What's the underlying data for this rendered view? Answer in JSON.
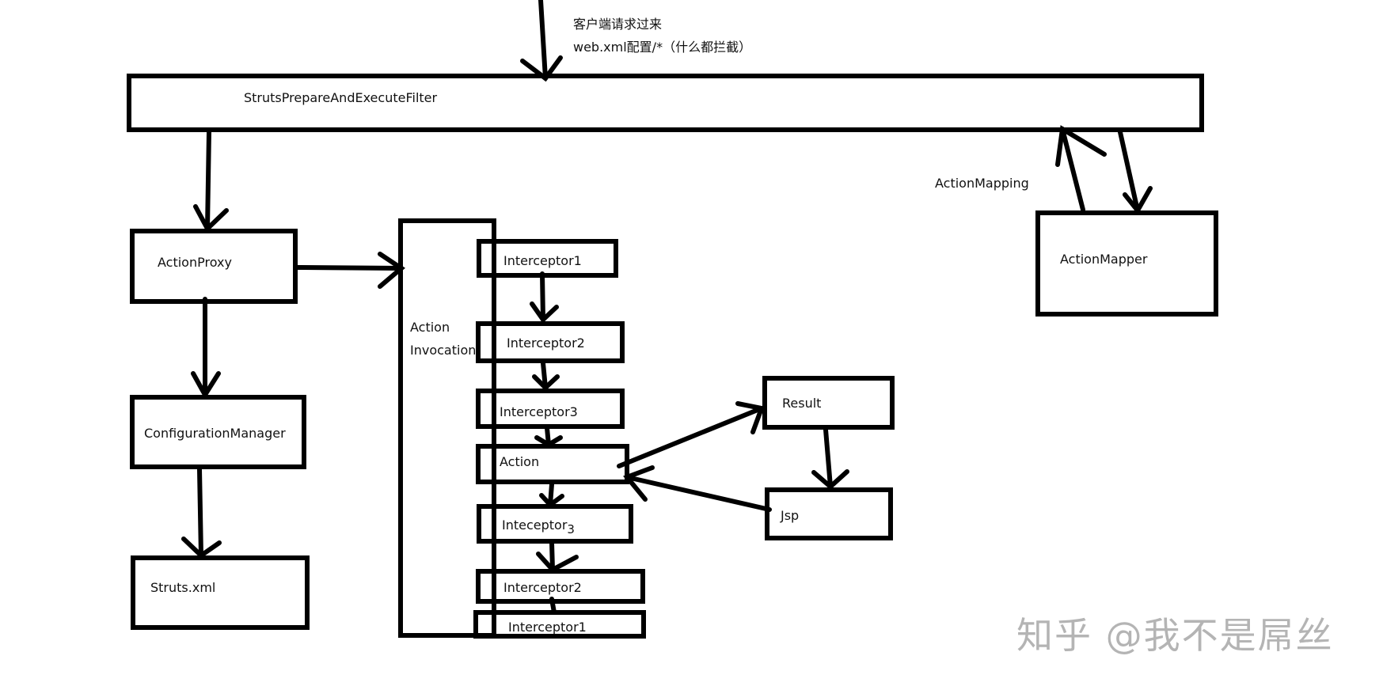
{
  "annotations": {
    "client_request": "客户端请求过来",
    "web_xml_config": "web.xml配置/*（什么都拦截）",
    "action_mapping": "ActionMapping"
  },
  "nodes": {
    "filter": "StrutsPrepareAndExecuteFilter",
    "action_proxy": "ActionProxy",
    "configuration_manager": "ConfigurationManager",
    "struts_xml": "Struts.xml",
    "action_invocation_line1": "Action",
    "action_invocation_line2": "Invocation",
    "interceptor1_top": "Interceptor1",
    "interceptor2_top": "Interceptor2",
    "interceptor3_top": "Interceptor3",
    "action": "Action",
    "inteceptor3_bottom_base": "Inteceptor",
    "inteceptor3_bottom_sub": "3",
    "interceptor2_bottom": "Interceptor2",
    "interceptor1_bottom": "Interceptor1",
    "result": "Result",
    "jsp": "Jsp",
    "action_mapper": "ActionMapper"
  },
  "edges": [
    {
      "from": "client",
      "to": "filter"
    },
    {
      "from": "filter",
      "to": "action_proxy"
    },
    {
      "from": "action_proxy",
      "to": "action_invocation"
    },
    {
      "from": "action_proxy",
      "to": "configuration_manager"
    },
    {
      "from": "configuration_manager",
      "to": "struts_xml"
    },
    {
      "from": "interceptor1_top",
      "to": "interceptor2_top"
    },
    {
      "from": "interceptor2_top",
      "to": "interceptor3_top"
    },
    {
      "from": "interceptor3_top",
      "to": "action"
    },
    {
      "from": "action",
      "to": "inteceptor3_bottom"
    },
    {
      "from": "inteceptor3_bottom",
      "to": "interceptor2_bottom"
    },
    {
      "from": "interceptor2_bottom",
      "to": "interceptor1_bottom"
    },
    {
      "from": "action",
      "to": "result"
    },
    {
      "from": "result",
      "to": "jsp"
    },
    {
      "from": "jsp",
      "to": "action"
    },
    {
      "from": "filter",
      "to": "action_mapper"
    },
    {
      "from": "action_mapper",
      "to": "filter",
      "label": "ActionMapping"
    }
  ],
  "watermark": "知乎 @我不是屌丝",
  "colors": {
    "stroke": "#000000",
    "text": "#111111",
    "watermark": "#b4b4b4",
    "background": "#ffffff"
  }
}
